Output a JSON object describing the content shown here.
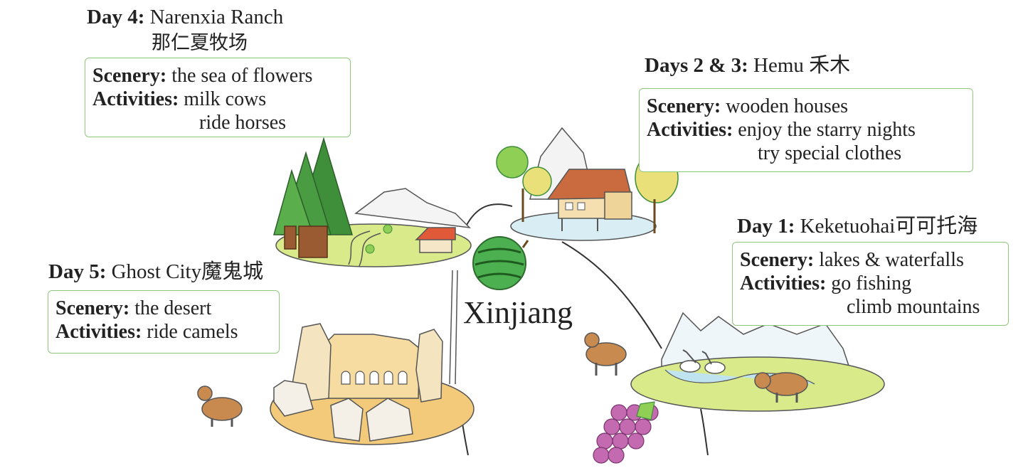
{
  "center_label": "Xinjiang",
  "stops": [
    {
      "id": "day1",
      "day": "Day 1:",
      "place": "Keketuohai可可托海",
      "scenery_label": "Scenery:",
      "scenery": "lakes & waterfalls",
      "activities_label": "Activities:",
      "activities": [
        "go fishing",
        "climb mountains"
      ]
    },
    {
      "id": "day23",
      "day": "Days 2 & 3:",
      "place": "Hemu 禾木",
      "scenery_label": "Scenery:",
      "scenery": "wooden houses",
      "activities_label": "Activities:",
      "activities": [
        "enjoy the starry nights",
        "try special clothes"
      ]
    },
    {
      "id": "day4",
      "day": "Day 4:",
      "place": "Narenxia Ranch",
      "place_zh": "那仁夏牧场",
      "scenery_label": "Scenery:",
      "scenery": "the sea of flowers",
      "activities_label": "Activities:",
      "activities": [
        "milk cows",
        "ride horses"
      ]
    },
    {
      "id": "day5",
      "day": "Day 5:",
      "place": "Ghost City魔鬼城",
      "scenery_label": "Scenery:",
      "scenery": "the desert",
      "activities_label": "Activities:",
      "activities": [
        "ride camels"
      ]
    }
  ],
  "colors": {
    "box_border": "#8fc77c",
    "grass": "#d9ea8a",
    "water": "#bfe3ef",
    "sand": "#f3c97a",
    "tree_dark": "#3f8f3a",
    "tree_light": "#8fcf55",
    "roof": "#c96b3f"
  },
  "icons": [
    "watermelon-icon",
    "grapes-icon",
    "camel-icon",
    "cow-icon",
    "goose-icon",
    "mountain-icon",
    "pine-tree-icon",
    "wooden-house-icon",
    "rock-icon"
  ]
}
